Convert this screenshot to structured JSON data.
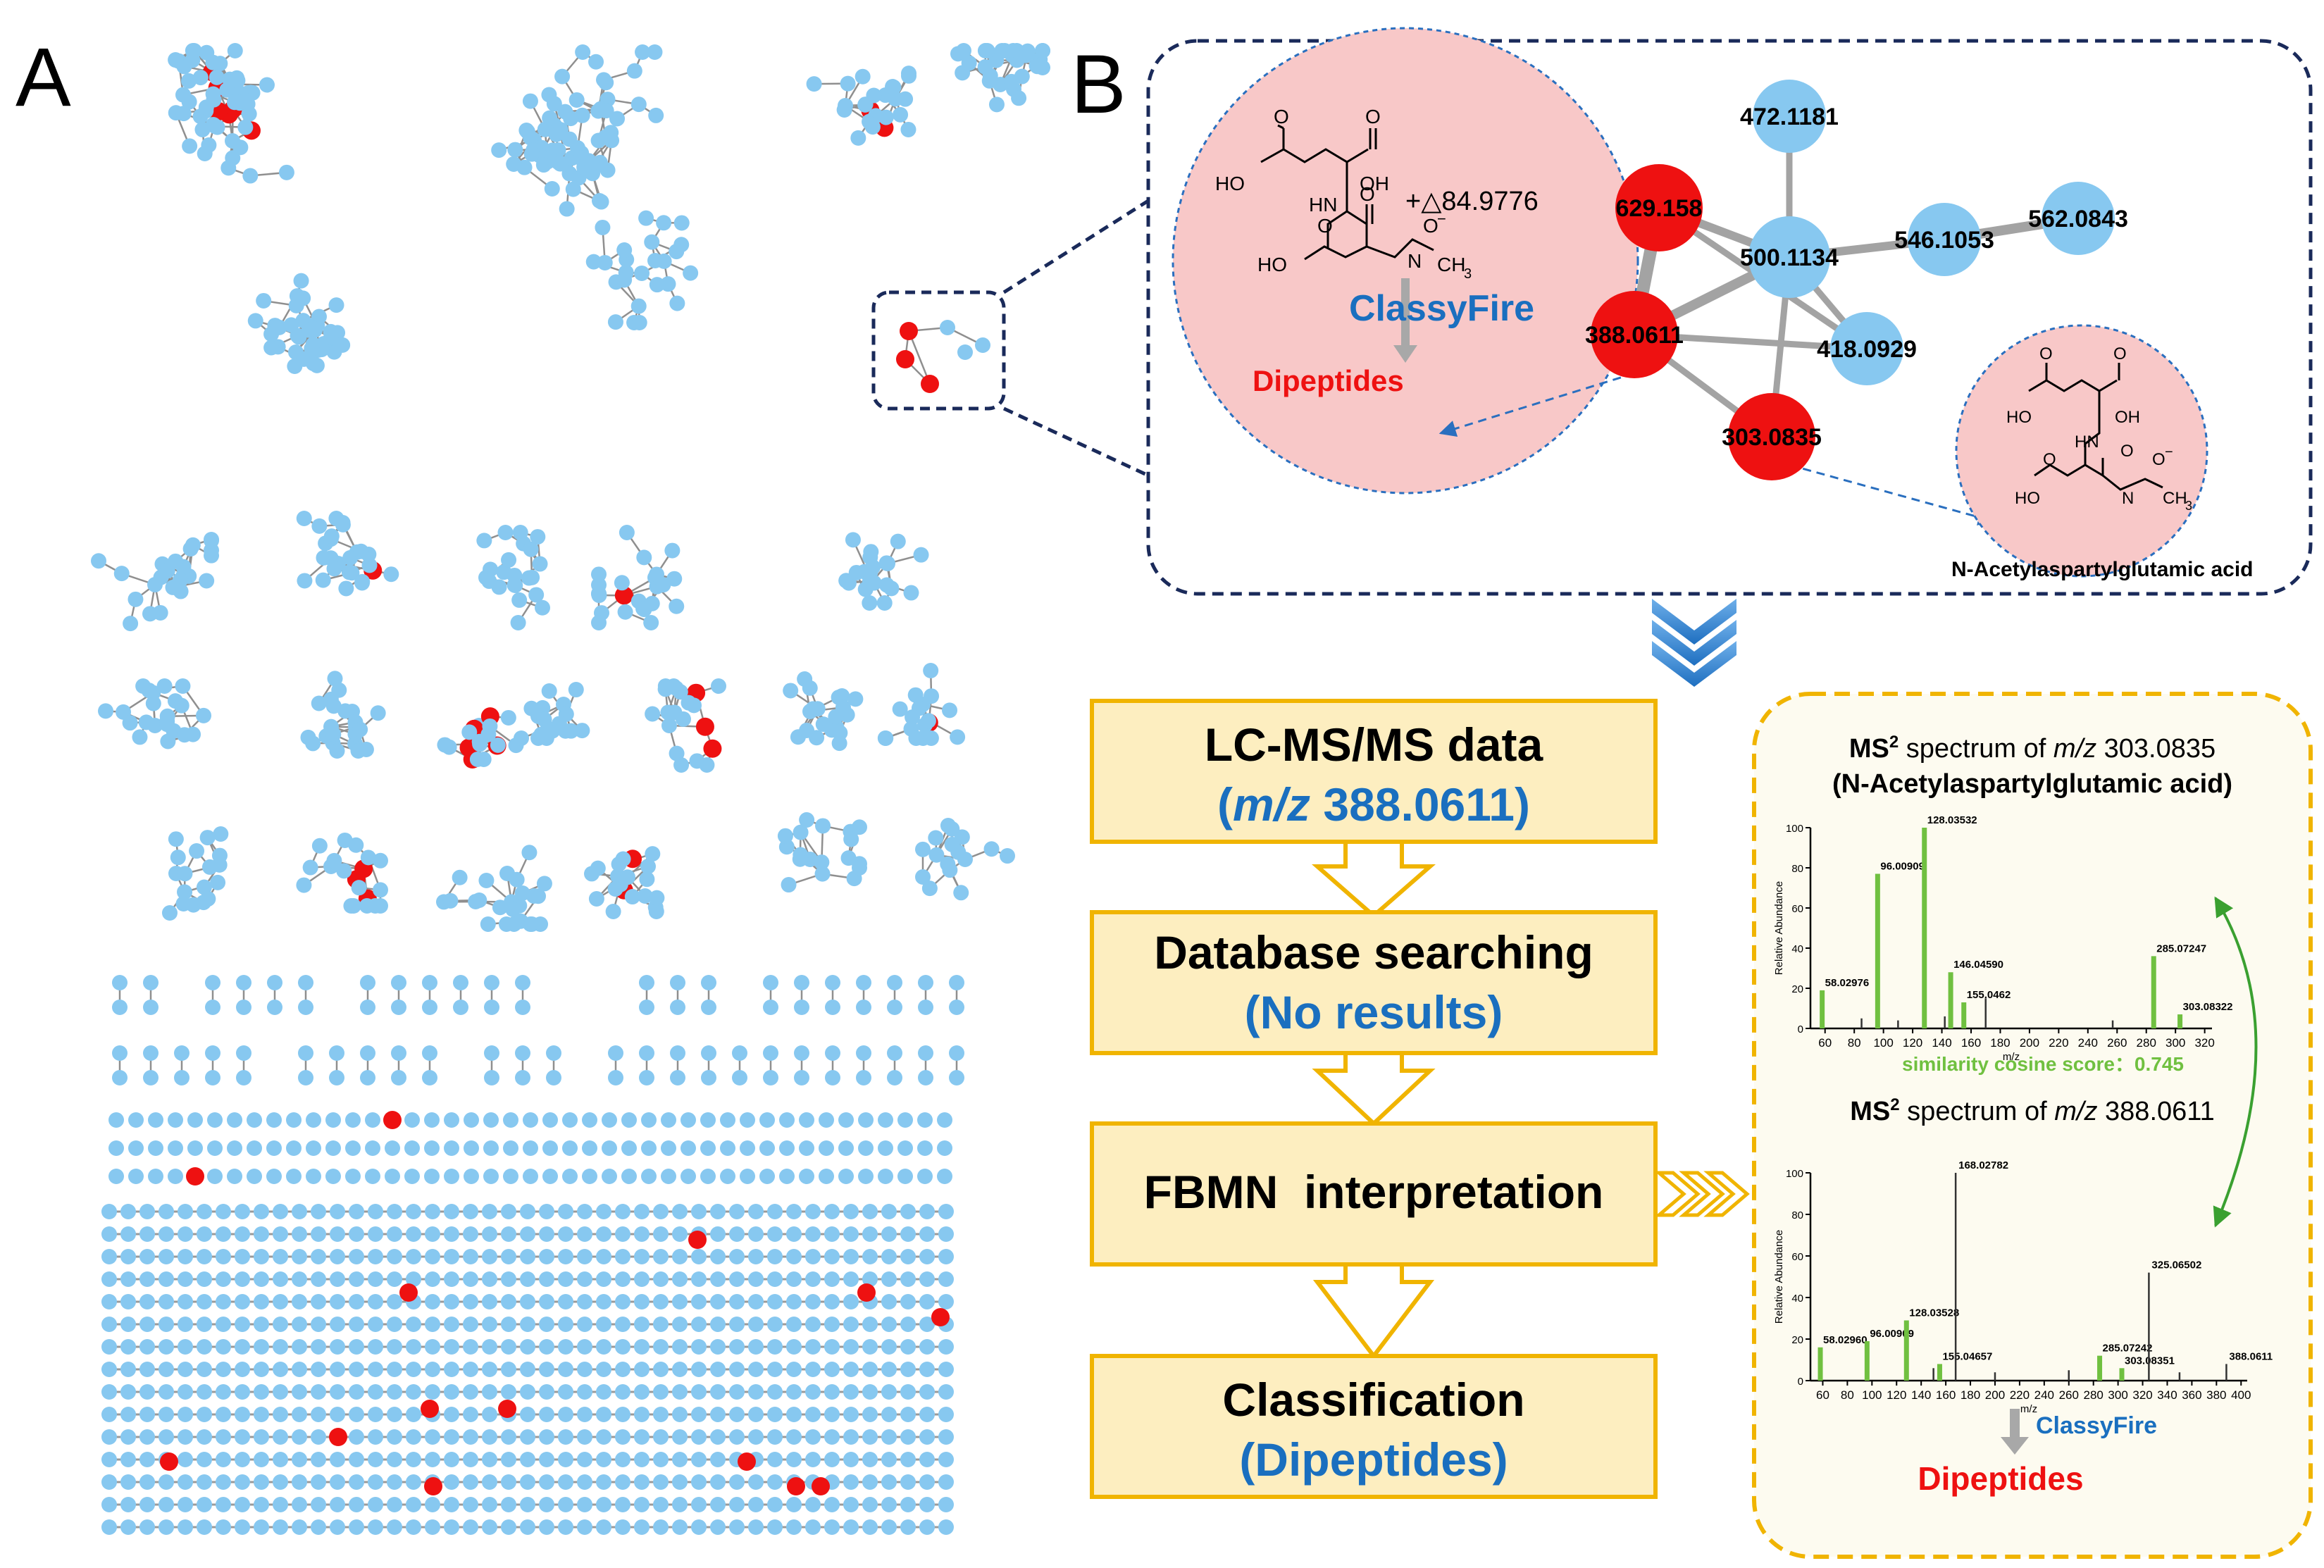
{
  "panel_a": {
    "label": "A",
    "colors": {
      "node": "#87c8f0",
      "highlight": "#ee1111",
      "edge": "#8f8f8f"
    }
  },
  "panel_b": {
    "label": "B",
    "network": {
      "nodes": [
        {
          "id": "472.1181",
          "type": "blue"
        },
        {
          "id": "629.158",
          "type": "red"
        },
        {
          "id": "500.1134",
          "type": "blue"
        },
        {
          "id": "546.1053",
          "type": "blue"
        },
        {
          "id": "562.0843",
          "type": "blue"
        },
        {
          "id": "388.0611",
          "type": "red"
        },
        {
          "id": "418.0929",
          "type": "blue"
        },
        {
          "id": "303.0835",
          "type": "red"
        }
      ],
      "edges": [
        [
          "472.1181",
          "500.1134"
        ],
        [
          "629.158",
          "500.1134"
        ],
        [
          "629.158",
          "388.0611"
        ],
        [
          "629.158",
          "418.0929"
        ],
        [
          "388.0611",
          "500.1134"
        ],
        [
          "388.0611",
          "418.0929"
        ],
        [
          "388.0611",
          "303.0835"
        ],
        [
          "303.0835",
          "500.1134"
        ],
        [
          "500.1134",
          "546.1053"
        ],
        [
          "546.1053",
          "562.0843"
        ],
        [
          "500.1134",
          "418.0929"
        ]
      ]
    },
    "left_bubble": {
      "delta": "+△84.9776",
      "tool": "ClassyFire",
      "result": "Dipeptides",
      "atoms": {
        "oh": "OH",
        "ho": "HO",
        "hn": "HN",
        "o": "O",
        "n": "N",
        "ch3": "CH",
        "sub3": "3",
        "minus": "−"
      }
    },
    "right_bubble": {
      "name": "N-Acetylaspartylglutamic acid",
      "atoms": {
        "oh": "OH",
        "ho": "HO",
        "hn": "HN",
        "o": "O",
        "n": "N",
        "ch3": "CH",
        "sub3": "3",
        "minus": "−"
      }
    },
    "colors": {
      "red_node": "#ee1111",
      "blue_node": "#87c8f0",
      "bubble": "#f8c8c8",
      "frame": "#1a2a5a"
    }
  },
  "flowchart": {
    "steps": [
      {
        "main": "LC-MS/MS data",
        "sub_prefix": "m/z",
        "sub": " 388.0611)",
        "sub_open": "("
      },
      {
        "main": "Database searching",
        "sub": "(No results)"
      },
      {
        "main": "FBMN  interpretation",
        "sub": ""
      },
      {
        "main": "Classification",
        "sub": "(Dipeptides)"
      }
    ],
    "colors": {
      "box_fill": "#fdeec0",
      "box_border": "#f0b400",
      "sub_text": "#1a6fbf",
      "arrow_fill": "#ffffff"
    }
  },
  "spectra": {
    "top": {
      "title_pre": "MS",
      "title_sup": "2",
      "title_mid": " spectrum of ",
      "title_mz": "m/z",
      "title_val": " 303.0835",
      "subtitle": "(N-Acetylaspartylglutamic acid)",
      "peaks": [
        {
          "mz": 58.02976,
          "rel": 19,
          "label": "58.02976",
          "green": true
        },
        {
          "mz": 96.00909,
          "rel": 77,
          "label": "96.00909",
          "green": true
        },
        {
          "mz": 128.03532,
          "rel": 100,
          "label": "128.03532",
          "green": true
        },
        {
          "mz": 146.0459,
          "rel": 28,
          "label": "146.04590",
          "green": true
        },
        {
          "mz": 155.0462,
          "rel": 13,
          "label": "155.0462",
          "green": true
        },
        {
          "mz": 285.07247,
          "rel": 36,
          "label": "285.07247",
          "green": true
        },
        {
          "mz": 303.08322,
          "rel": 7,
          "label": "303.08322",
          "green": true
        },
        {
          "mz": 85.0,
          "rel": 5,
          "label": "",
          "green": false
        },
        {
          "mz": 110.0,
          "rel": 4,
          "label": "",
          "green": false
        },
        {
          "mz": 142.0,
          "rel": 6,
          "label": "",
          "green": false
        },
        {
          "mz": 170.0,
          "rel": 15,
          "label": "",
          "green": false
        },
        {
          "mz": 257.0,
          "rel": 4,
          "label": "",
          "green": false
        }
      ],
      "x_ticks": [
        "60",
        "80",
        "100",
        "120",
        "140",
        "160",
        "180",
        "200",
        "220",
        "240",
        "260",
        "280",
        "300",
        "320"
      ],
      "y_ticks": [
        "0",
        "20",
        "40",
        "60",
        "80",
        "100"
      ],
      "xlabel": "m/z",
      "ylabel": "Relative Abundance",
      "xlim": [
        50,
        325
      ]
    },
    "similarity": "similarity cosine score：0.745",
    "bottom": {
      "title_pre": "MS",
      "title_sup": "2",
      "title_mid": " spectrum of ",
      "title_mz": "m/z",
      "title_val": " 388.0611",
      "peaks": [
        {
          "mz": 58.0296,
          "rel": 16,
          "label": "58.02960",
          "green": true
        },
        {
          "mz": 96.00909,
          "rel": 19,
          "label": "96.00909",
          "green": true
        },
        {
          "mz": 128.03528,
          "rel": 29,
          "label": "128.03528",
          "green": true
        },
        {
          "mz": 155.04657,
          "rel": 8,
          "label": "155.04657",
          "green": true
        },
        {
          "mz": 168.02782,
          "rel": 100,
          "label": "168.02782",
          "green": false
        },
        {
          "mz": 285.07242,
          "rel": 12,
          "label": "285.07242",
          "green": true
        },
        {
          "mz": 303.08351,
          "rel": 6,
          "label": "303.08351",
          "green": true
        },
        {
          "mz": 325.06502,
          "rel": 52,
          "label": "325.06502",
          "green": false
        },
        {
          "mz": 388.0611,
          "rel": 8,
          "label": "388.0611",
          "green": false
        },
        {
          "mz": 150.0,
          "rel": 6,
          "label": "",
          "green": false
        },
        {
          "mz": 200.0,
          "rel": 4,
          "label": "",
          "green": false
        },
        {
          "mz": 260.0,
          "rel": 5,
          "label": "",
          "green": false
        },
        {
          "mz": 350.0,
          "rel": 4,
          "label": "",
          "green": false
        }
      ],
      "x_ticks": [
        "60",
        "80",
        "100",
        "120",
        "140",
        "160",
        "180",
        "200",
        "220",
        "240",
        "260",
        "280",
        "300",
        "320",
        "340",
        "360",
        "380",
        "400"
      ],
      "y_ticks": [
        "0",
        "20",
        "40",
        "60",
        "80",
        "100"
      ],
      "xlabel": "m/z",
      "ylabel": "Relative Abundance",
      "xlim": [
        50,
        405
      ]
    },
    "tool": "ClassyFire",
    "result": "Dipeptides",
    "colors": {
      "frame": "#f0b400",
      "bg": "#fdfbf0",
      "green": "#70c040",
      "arrow_green": "#3aa030"
    }
  }
}
